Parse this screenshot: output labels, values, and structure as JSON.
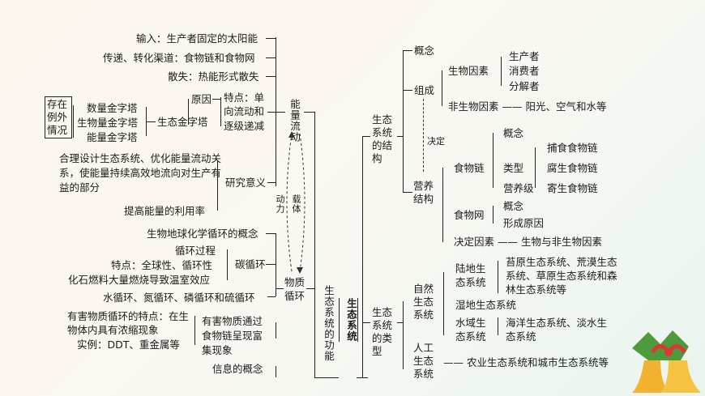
{
  "center": "生态系统",
  "left_branch": "生态系统的功能",
  "energy": {
    "title": "能量流动",
    "input": "输入：生产者固定的太阳能",
    "transfer": "传递、转化渠道：食物链和食物网",
    "loss": "散失：热能形式散失",
    "features": {
      "label": "特点：",
      "line1": "单",
      "line2": "向流动和",
      "line3": "逐级递减"
    },
    "cause": "原因",
    "exception_box": [
      "存在",
      "例外",
      "情况"
    ],
    "pyramids": [
      "数量金字塔",
      "生物量金字塔",
      "能量金字塔"
    ],
    "eco_pyramid": "生态金字塔",
    "significance": "研究意义",
    "sig_text1": "合理设计生态系统、优化能量流动关系，使能量持续高效地流向对生产有益的部分",
    "sig_text2": "提高能量的利用率"
  },
  "relation": {
    "dong_li": "动力",
    "zai_ti": "载体"
  },
  "matter": {
    "title": "物质循环",
    "concept": "生物地球化学循环的概念",
    "carbon": "碳循环",
    "process": "循环过程",
    "features": "特点：全球性、循环性",
    "fossil": "化石燃料大量燃烧导致温室效应",
    "others": "水循环、氮循环、磷循环和硫循环",
    "harmful_title": "有害物质通过食物链呈现富集现象",
    "harmful_feature": "有害物质循环的特点：在生物体内具有浓缩现象",
    "examples": "实例：DDT、重金属等"
  },
  "info": "信息的概念",
  "structure": {
    "title": "生态系统的结构",
    "concept": "概念",
    "composition": "组成",
    "biotic": "生物因素",
    "producer": "生产者",
    "consumer": "消费者",
    "decomposer": "分解者",
    "abiotic": "非生物因素",
    "abiotic_detail": "阳光、空气和水等",
    "decide": "决定",
    "trophic": "营养结构",
    "food_chain": "食物链",
    "fc_concept": "概念",
    "fc_types": "类型",
    "fc_level": "营养级",
    "type1": "捕食食物链",
    "type2": "腐生食物链",
    "type3": "寄生食物链",
    "food_web": "食物网",
    "fw_concept": "概念",
    "fw_cause": "形成原因",
    "decider": "决定因素",
    "decider_detail": "生物与非生物因素"
  },
  "types": {
    "title": "生态系统的类型",
    "natural": "自然生态系统",
    "land": "陆地生态系统",
    "land_detail": "苔原生态系统、荒漠生态系统、草原生态系统和森林生态系统等",
    "wetland": "湿地生态系统",
    "water": "水域生态系统",
    "water_detail": "海洋生态系统、淡水生态系统",
    "artificial": "人工生态系统",
    "artificial_detail": "农业生态系统和城市生态系统等"
  }
}
